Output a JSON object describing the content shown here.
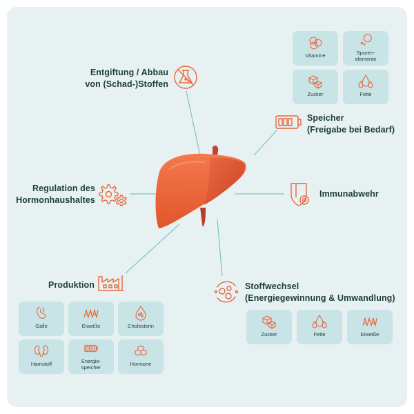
{
  "colors": {
    "accent": "#e8653c",
    "line": "#7cc3c8",
    "card": "#e7f1f1",
    "tile": "#c9e4e6",
    "text": "#1c3d3b"
  },
  "center": {
    "icon": "liver-icon"
  },
  "branches": {
    "entgiftung": {
      "lines": [
        "Entgiftung / Abbau",
        "von (Schad-)Stoffen"
      ],
      "icon": "no-toxins-icon"
    },
    "speicher": {
      "lines": [
        "Speicher",
        "(Freigabe bei Bedarf)"
      ],
      "icon": "battery-icon"
    },
    "immunabwehr": {
      "lines": [
        "Immunabwehr"
      ],
      "icon": "shield-icon"
    },
    "stoffwechsel": {
      "lines": [
        "Stoffwechsel",
        "(Energiegewinnung & Umwandlung)"
      ],
      "icon": "metabolism-cycle-icon"
    },
    "produktion": {
      "lines": [
        "Produktion"
      ],
      "icon": "factory-icon"
    },
    "regulation": {
      "lines": [
        "Regulation des",
        "Hormonhaushaltes"
      ],
      "icon": "gears-icon"
    }
  },
  "speicher_tiles": [
    {
      "lines": [
        "Vitamine"
      ],
      "icon": "vitamins-icon"
    },
    {
      "lines": [
        "Spuren-",
        "elemente"
      ],
      "icon": "trace-elements-icon"
    },
    {
      "lines": [
        "Zucker"
      ],
      "icon": "sugar-cubes-icon"
    },
    {
      "lines": [
        "Fette"
      ],
      "icon": "fat-drops-icon"
    }
  ],
  "stoffwechsel_tiles": [
    {
      "lines": [
        "Zucker"
      ],
      "icon": "sugar-cubes-icon"
    },
    {
      "lines": [
        "Fette"
      ],
      "icon": "fat-drops-icon"
    },
    {
      "lines": [
        "Eiweiße"
      ],
      "icon": "protein-chain-icon"
    }
  ],
  "produktion_tiles": [
    {
      "lines": [
        "Galle"
      ],
      "icon": "gallbladder-icon"
    },
    {
      "lines": [
        "Eiweiße"
      ],
      "icon": "protein-chain-icon"
    },
    {
      "lines": [
        "Cholesterin"
      ],
      "icon": "cholesterol-drop-icon"
    },
    {
      "lines": [
        "Harnstoff"
      ],
      "icon": "kidneys-icon"
    },
    {
      "lines": [
        "Energie-",
        "speicher"
      ],
      "icon": "battery-icon"
    },
    {
      "lines": [
        "Hormone"
      ],
      "icon": "hormone-molecule-icon"
    }
  ]
}
